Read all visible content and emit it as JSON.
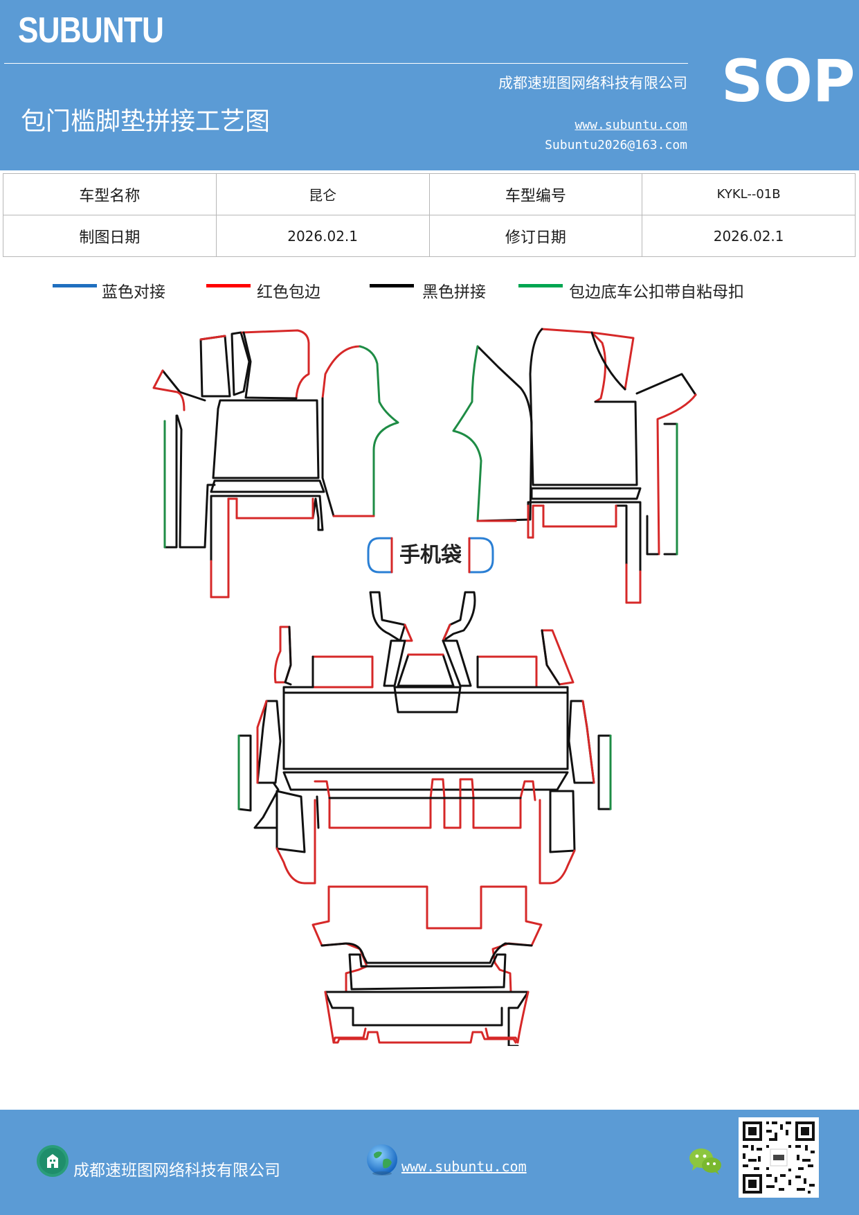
{
  "header": {
    "brand": "SUBUNTU",
    "company": "成都速班图网络科技有限公司",
    "title": "包门槛脚垫拼接工艺图",
    "website": "www.subuntu.com",
    "email": "Subuntu2026@163.com",
    "badge": "SOP"
  },
  "info_table": {
    "rows": [
      [
        {
          "label": "车型名称",
          "value": "昆仑"
        },
        {
          "label": "车型编号",
          "value": "KYKL--01B"
        }
      ],
      [
        {
          "label": "制图日期",
          "value": "2026.02.1"
        },
        {
          "label": "修订日期",
          "value": "2026.02.1"
        }
      ]
    ]
  },
  "legend": [
    {
      "color": "#1f6fbf",
      "label": "蓝色对接"
    },
    {
      "color": "#ff0000",
      "label": "红色包边"
    },
    {
      "color": "#000000",
      "label": "黑色拼接"
    },
    {
      "color": "#00a651",
      "label": "包边底车公扣带自粘母扣"
    }
  ],
  "diagram": {
    "phone_pocket_label": "手机袋",
    "colors": {
      "outline": "#111111",
      "edge": "#d62828",
      "velcro": "#1e8c45",
      "butt": "#2a7fd4"
    }
  },
  "footer": {
    "company": "成都速班图网络科技有限公司",
    "website": "www.subuntu.com",
    "icons": [
      "building-icon",
      "globe-icon",
      "wechat-icon",
      "qr-code"
    ]
  }
}
